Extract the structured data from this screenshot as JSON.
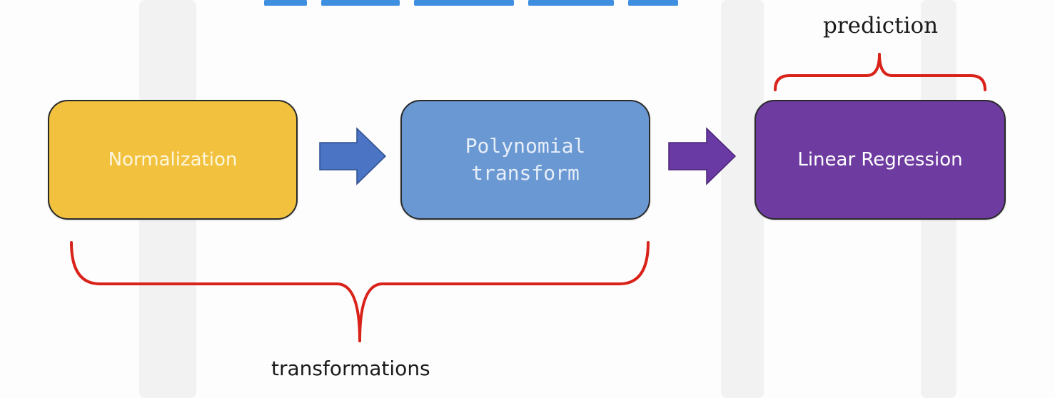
{
  "colors": {
    "normalization": "#f2c23e",
    "polynomial": "#6a98d2",
    "linear": "#6e3ba0",
    "arrow1": "#4b74c4",
    "arrow2": "#6a3aa4",
    "bracket": "#d9231a"
  },
  "nodes": {
    "normalization": "Normalization",
    "polynomial": "Polynomial\ntransform",
    "linear": "Linear Regression"
  },
  "labels": {
    "prediction": "prediction",
    "transformations": "transformations"
  }
}
